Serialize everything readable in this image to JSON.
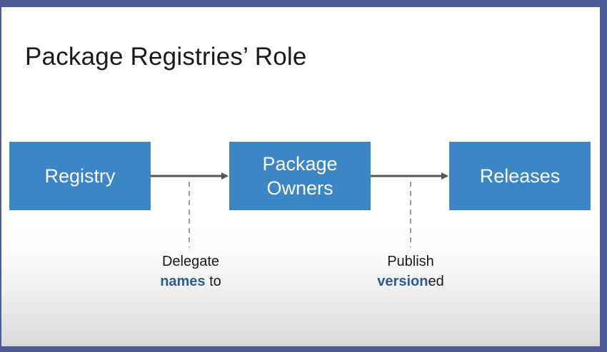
{
  "slide": {
    "title": "Package Registries’ Role"
  },
  "diagram": {
    "nodes": [
      {
        "id": "registry",
        "label": "Registry"
      },
      {
        "id": "owners",
        "label": "Package\nOwners"
      },
      {
        "id": "releases",
        "label": "Releases"
      }
    ],
    "edges": [
      {
        "from": "registry",
        "to": "owners",
        "line1": "Delegate",
        "line2_highlight": "names",
        "line2_rest": " to"
      },
      {
        "from": "owners",
        "to": "releases",
        "line1": "Publish",
        "line2_highlight": "versio",
        "line2_highlight_b": "n",
        "line2_rest": "ed"
      }
    ]
  },
  "colors": {
    "frame": "#4d5d97",
    "box_fill": "#3d86c6",
    "box_text": "#ffffff",
    "arrow": "#555555",
    "highlight_text": "#2a5d93"
  }
}
